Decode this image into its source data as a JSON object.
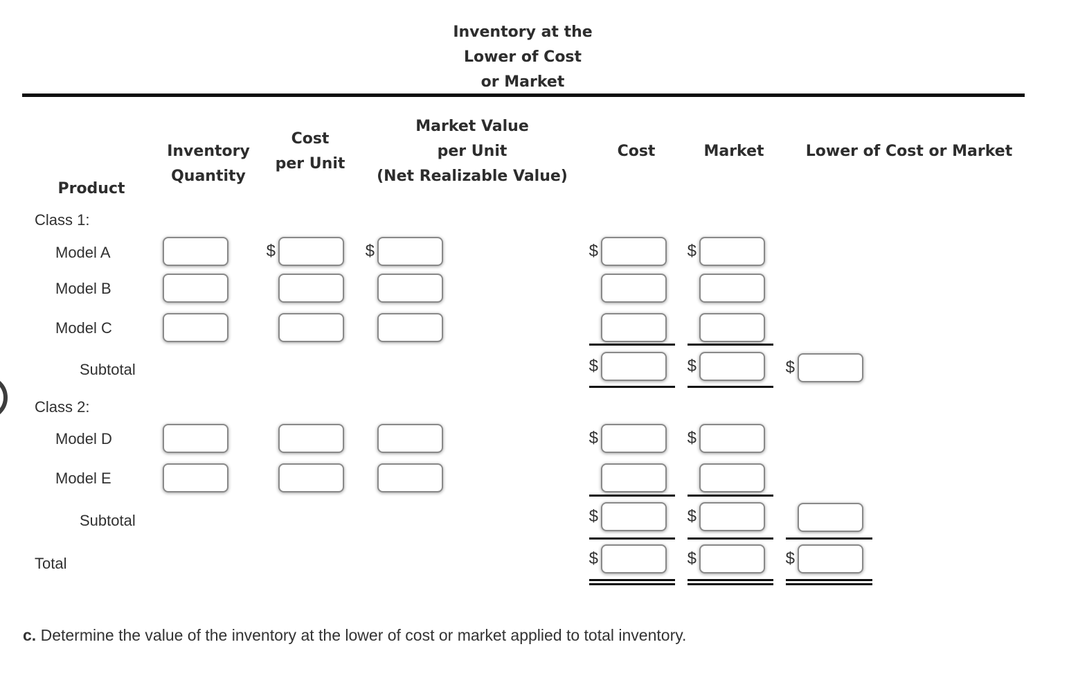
{
  "title_lines": [
    "Inventory at the",
    "Lower of Cost",
    "or Market"
  ],
  "headers": {
    "product": "Product",
    "inventory_quantity": [
      "Inventory",
      "Quantity"
    ],
    "cost_per_unit": [
      "Cost",
      "per Unit"
    ],
    "market_value": [
      "Market Value",
      "per Unit",
      "(Net Realizable Value)"
    ],
    "cost": "Cost",
    "market": "Market",
    "lower_of_cost_or_market": "Lower of Cost or Market"
  },
  "row_labels": {
    "class1": "Class 1:",
    "model_a": "Model A",
    "model_b": "Model B",
    "model_c": "Model C",
    "subtotal1": "Subtotal",
    "class2": "Class 2:",
    "model_d": "Model D",
    "model_e": "Model E",
    "subtotal2": "Subtotal",
    "total": "Total"
  },
  "currency": "$",
  "input_value": "",
  "footer": {
    "prefix": "c.",
    "text": "Determine the value of the inventory at the lower of cost or market applied to total inventory."
  },
  "colors": {
    "rule": "#0e0e0e",
    "box_border": "#898989",
    "text": "#2d2d2d"
  }
}
